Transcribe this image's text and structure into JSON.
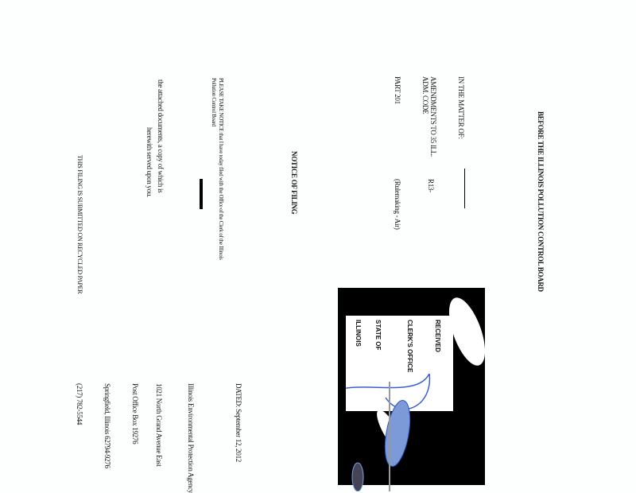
{
  "document": {
    "header": "BEFORE THE ILLINOIS POLLUTION CONTROL BOARD",
    "caption_left": [
      "IN THE MATTER OF:",
      "AMENDMENTS TO 35 ILL. ADM. CODE",
      "PART 201"
    ],
    "caption_right": [
      "R13-",
      "(Rulemaking - Air)"
    ],
    "title": "NOTICE OF FILING",
    "body_line1": "PLEASE TAKE NOTICE that I have today filed with the Office of the Clerk of the Illinois Pollution Control Board",
    "body_line2": "the attached documents, a copy of which is",
    "body_line3": "herewith served upon you.",
    "footer_line": "THIS FILING IS SUBMITTED ON RECYCLED PAPER",
    "stamp": {
      "line1": "RECEIVED",
      "line2": "CLERK'S OFFICE",
      "line3": "STATE OF",
      "line4": "ILLINOIS"
    },
    "signature_block": {
      "dated": "DATED: September 12, 2012",
      "agency": "Illinois Environmental Protection Agency",
      "street": "1021 North Grand Avenue East",
      "pobox": "Post Office Box 19276",
      "city": "Springfield, Illinois 62794-9276",
      "phone": "(217) 782-5544"
    }
  }
}
